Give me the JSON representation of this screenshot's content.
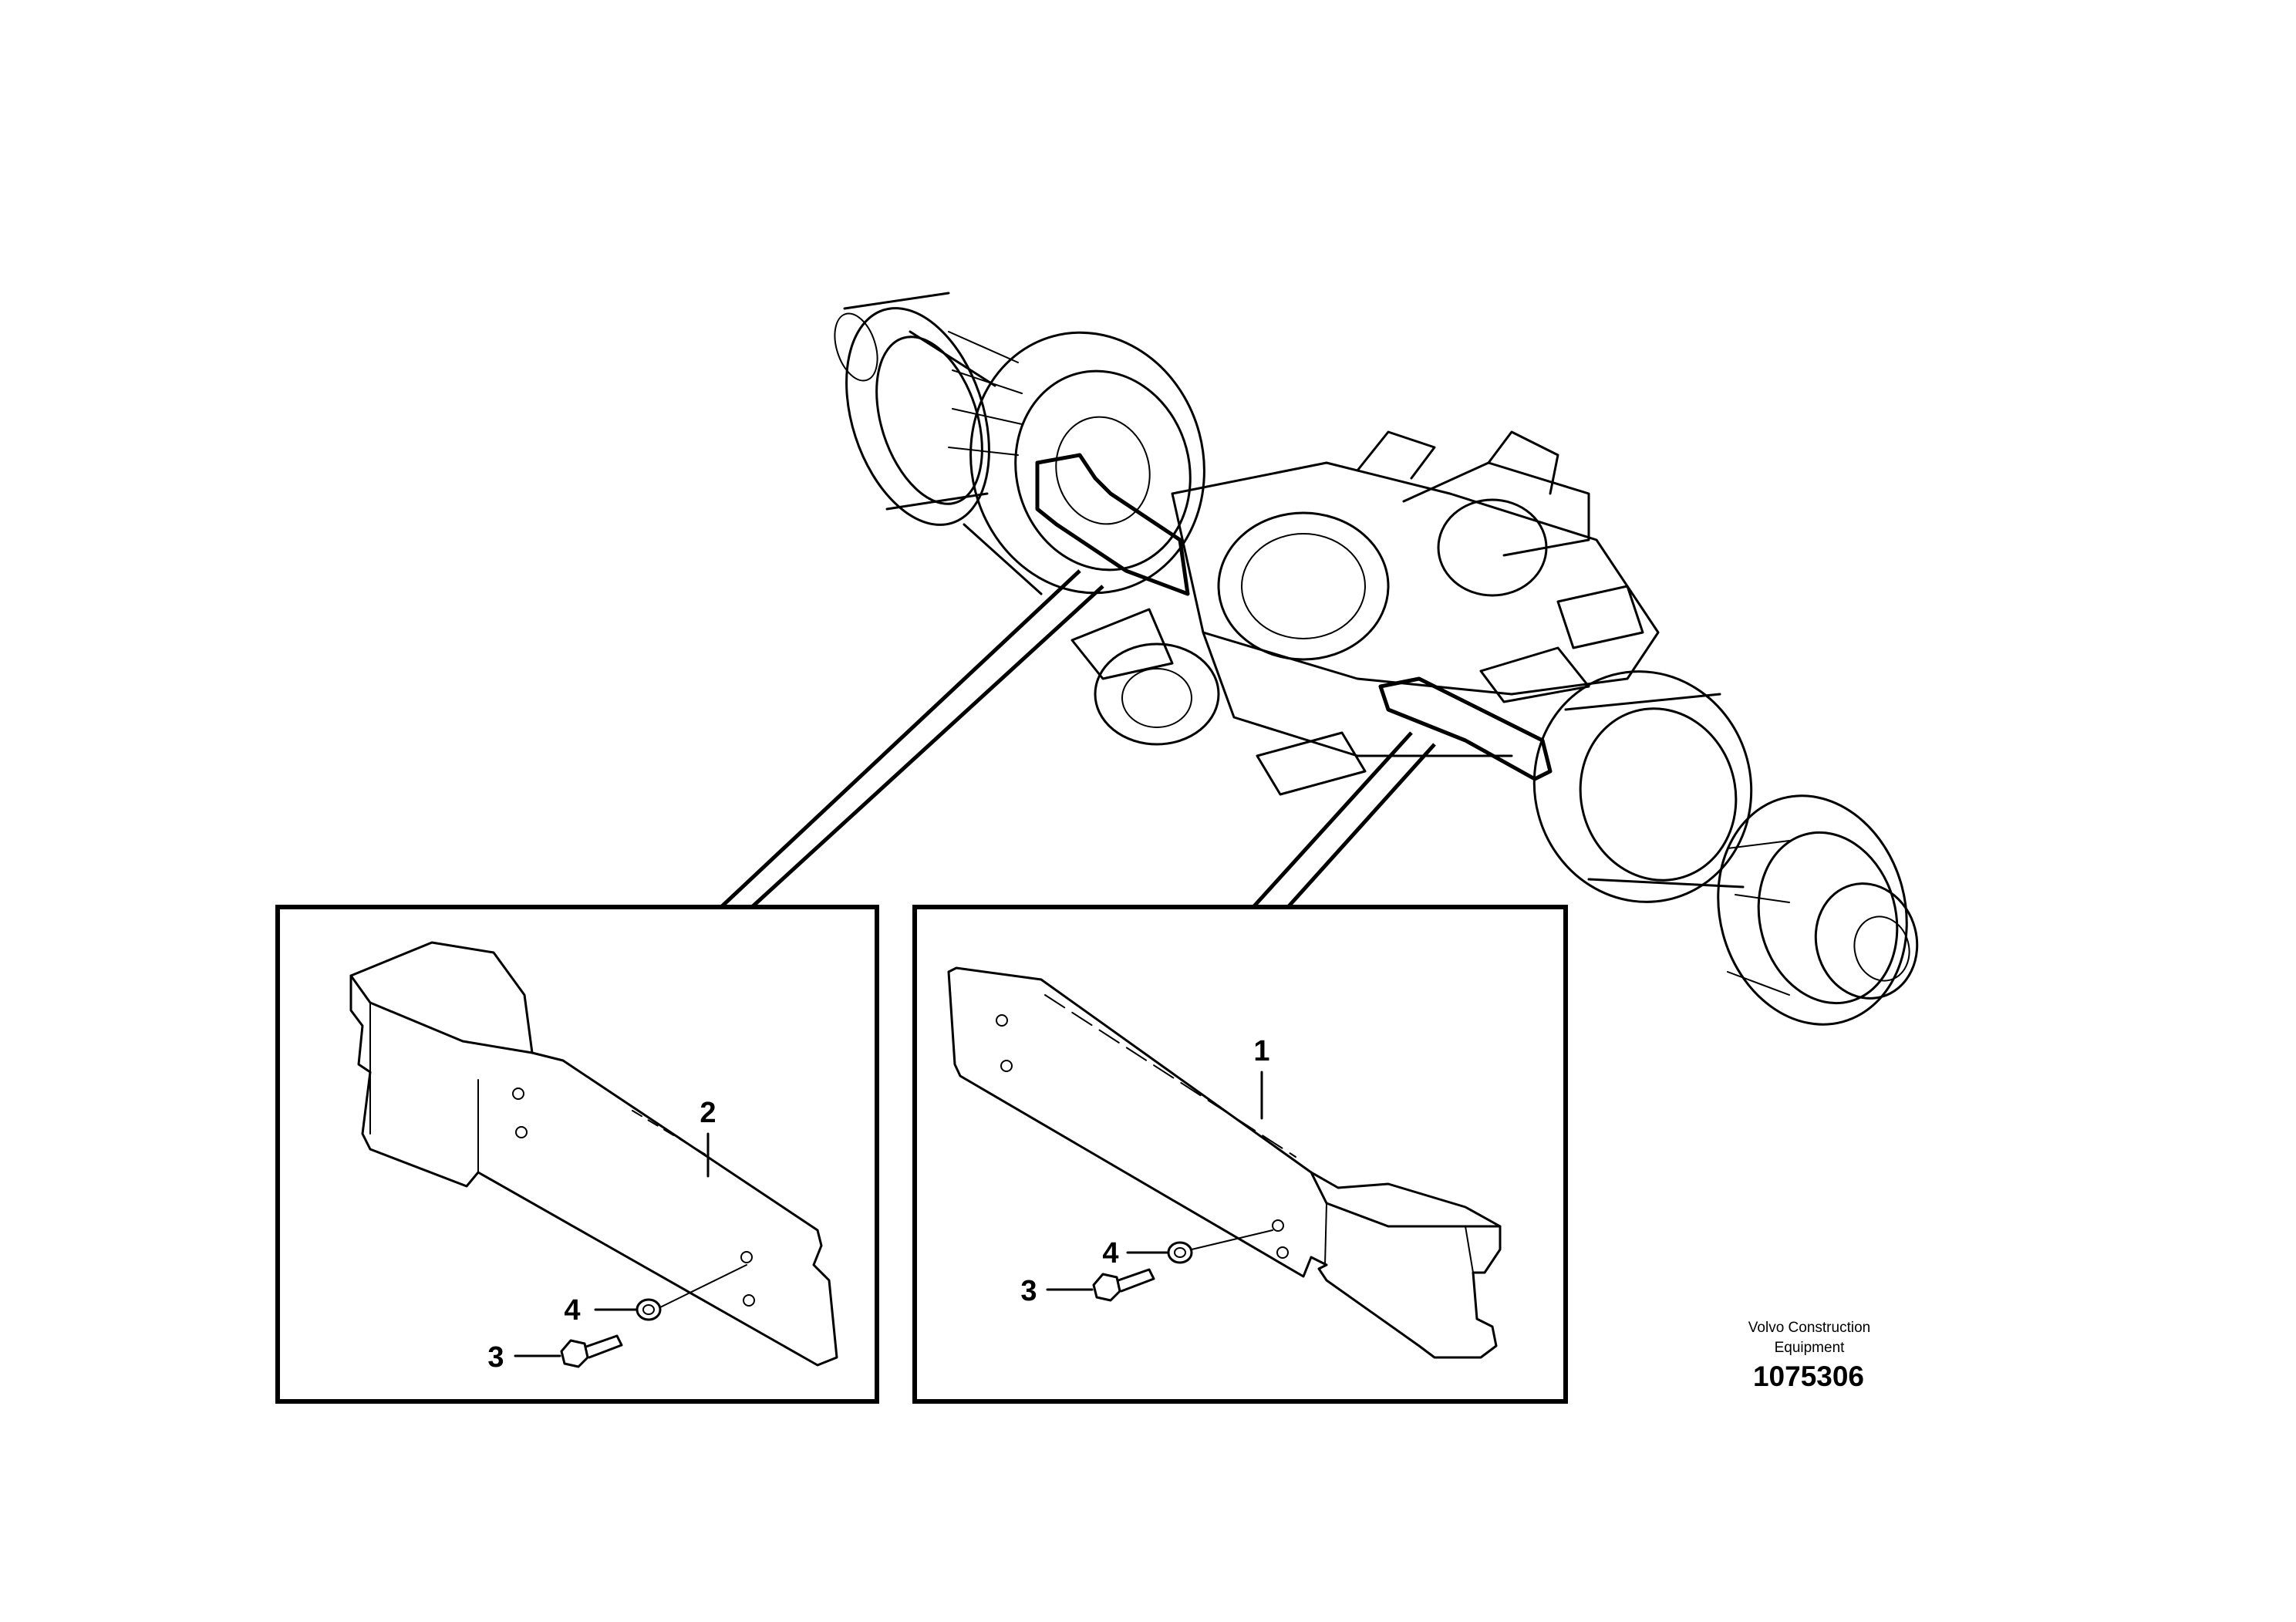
{
  "callouts": {
    "part_1": "1",
    "part_2": "2",
    "left_washer": "4",
    "left_bolt": "3",
    "right_washer": "4",
    "right_bolt": "3"
  },
  "footer": {
    "brand_line1": "Volvo Construction",
    "brand_line2": "Equipment",
    "drawing_number": "1075306"
  }
}
